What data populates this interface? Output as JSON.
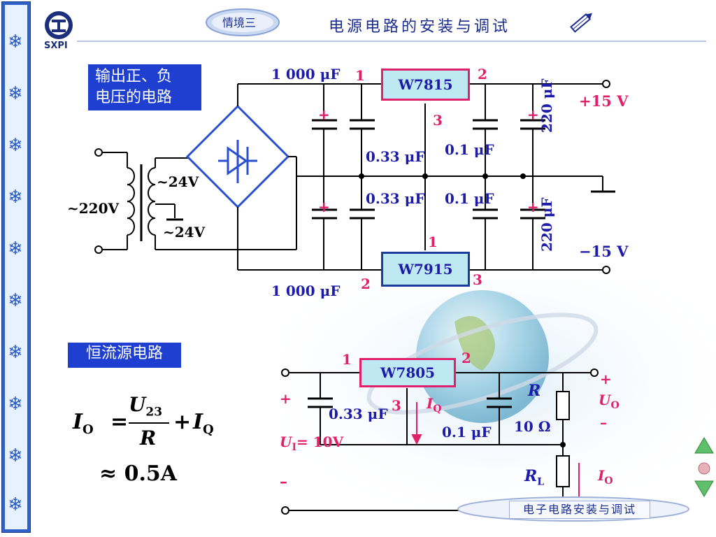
{
  "header": {
    "badge": "情境三",
    "title": "电源电路的安装与调试",
    "logo_text": "SXPI"
  },
  "section1": {
    "label_line1": "输出正、负",
    "label_line2": "电压的电路",
    "cap_top_big": "1 000 μF",
    "cap_bottom_big": "1 000 μF",
    "reg_pos": "W7815",
    "reg_neg": "W7915",
    "cap_033_top": "0.33 μF",
    "cap_033_bot": "0.33 μF",
    "cap_01_top": "0.1 μF",
    "cap_01_bot": "0.1 μF",
    "cap_220_top": "220 μF",
    "cap_220_bot": "220 μF",
    "out_pos": "+15 V",
    "out_neg": "−15 V",
    "ac_in": "~220V",
    "ac_sec1": "~24V",
    "ac_sec2": "~24V",
    "pin_pos_1": "1",
    "pin_pos_2": "2",
    "pin_pos_3": "3",
    "pin_neg_1": "1",
    "pin_neg_2": "2",
    "pin_neg_3": "3",
    "plus_sign": "+"
  },
  "section2": {
    "label": "恒流源电路",
    "reg": "W7805",
    "pin1": "1",
    "pin2": "2",
    "pin3": "3",
    "cap_in": "0.33 μF",
    "cap_out": "0.1 μF",
    "res_r": "R",
    "res_val": "10 Ω",
    "res_rl": "R",
    "res_rl_sub": "L",
    "iq": "I",
    "iq_sub": "Q",
    "io": "I",
    "io_sub": "O",
    "uo": "U",
    "uo_sub": "O",
    "ui": "U",
    "ui_sub": "I",
    "ui_val": "= 10V",
    "plus": "+",
    "minus": "–"
  },
  "formula": {
    "lhs": "I",
    "lhs_sub": "O",
    "eq": "=",
    "num": "U",
    "num_sub": "23",
    "den": "R",
    "plus": "+",
    "iq": "I",
    "iq_sub": "Q",
    "approx": "≈ 0.5A"
  },
  "footer": {
    "pill": "电子电路安装与调试"
  },
  "nav": {
    "up_icon": "triangle-up-icon",
    "down_icon": "triangle-down-icon"
  },
  "colors": {
    "wire": "#000000",
    "regulator_pos_border": "#e0206a",
    "regulator_neg_border": "#1a3c9a",
    "regulator_fill": "#bfe9f2",
    "label_blue": "#1c1ca8",
    "label_red": "#e0206a",
    "box_blue": "#1f3fd0"
  }
}
